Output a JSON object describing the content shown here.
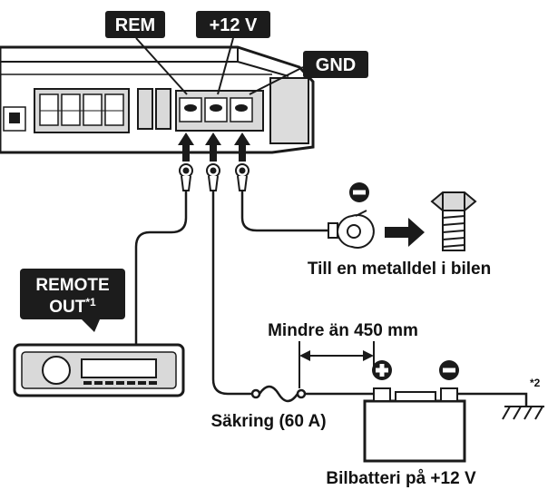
{
  "diagram": {
    "terminals": {
      "rem": "REM",
      "plus12": "+12 V",
      "gnd": "GND"
    },
    "remote_out": {
      "line1": "REMOTE",
      "line2": "OUT",
      "note": "*1"
    },
    "metal_part_label": "Till en metalldel i bilen",
    "distance_label": "Mindre än 450 mm",
    "fuse_label": "Säkring (60 A)",
    "battery_label": "Bilbatteri på +12 V",
    "ground_note": "*2",
    "colors": {
      "line": "#1a1a1a",
      "label_box": "#1c1c1c",
      "label_text": "#ffffff",
      "panel_gray": "#d9d9d9"
    }
  }
}
